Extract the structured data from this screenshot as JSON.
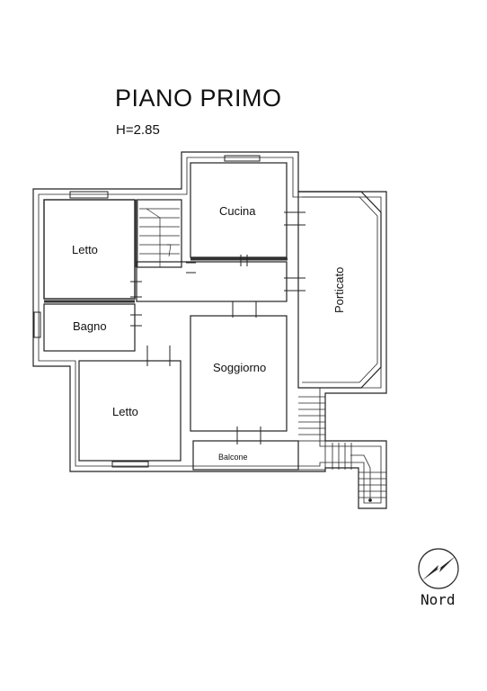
{
  "title": "PIANO PRIMO",
  "height": "H=2.85",
  "rooms": {
    "letto_1": "Letto",
    "bagno": "Bagno",
    "letto_2": "Letto",
    "cucina": "Cucina",
    "soggiorno": "Soggiorno",
    "porticato": "Porticato",
    "balcone": "Balcone"
  },
  "compass": {
    "label": "Nord",
    "icon": "north-arrow-icon"
  }
}
